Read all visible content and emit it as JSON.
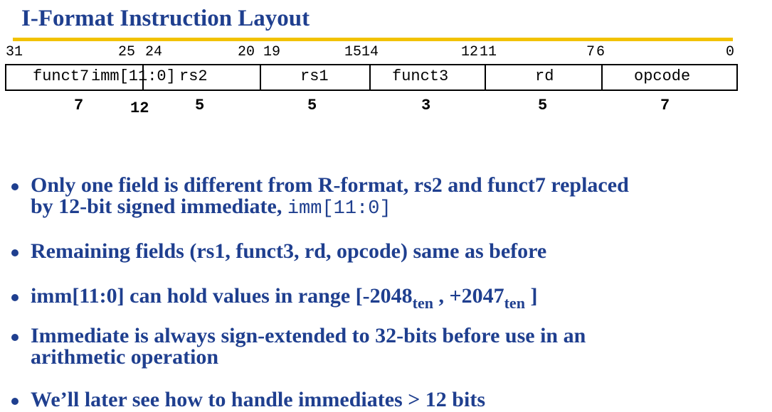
{
  "title": "I-Format Instruction Layout",
  "colors": {
    "title": "#1f3f8f",
    "accent_rule": "#f2c200",
    "bullet_text": "#1f3f8f"
  },
  "bit_positions": [
    "31",
    "25",
    "24",
    "20",
    "19",
    "15",
    "14",
    "12",
    "11",
    "7",
    "6",
    "0"
  ],
  "fields": [
    {
      "label": "funct7",
      "width": "7"
    },
    {
      "label": "imm[11:0]",
      "width": "12"
    },
    {
      "label": "rs2",
      "width": "5"
    },
    {
      "label": "rs1",
      "width": "5"
    },
    {
      "label": "funct3",
      "width": "3"
    },
    {
      "label": "rd",
      "width": "5"
    },
    {
      "label": "opcode",
      "width": "7"
    }
  ],
  "bullets": {
    "b1_line1": "Only one field is different from R-format, rs2 and funct7 replaced",
    "b1_line2_pre": "by 12-bit signed immediate, ",
    "b1_line2_code": "imm[11:0]",
    "b2": "Remaining fields (rs1, funct3, rd, opcode) same as before",
    "b3_pre": "imm[11:0] can hold values in range [-2048",
    "b3_sub1": "ten",
    "b3_mid": " , +2047",
    "b3_sub2": "ten",
    "b3_post": " ]",
    "b4_line1": "Immediate is always sign-extended to 32-bits before use in an",
    "b4_line2": "arithmetic operation",
    "b5": "We’ll later see how to handle immediates > 12 bits"
  }
}
